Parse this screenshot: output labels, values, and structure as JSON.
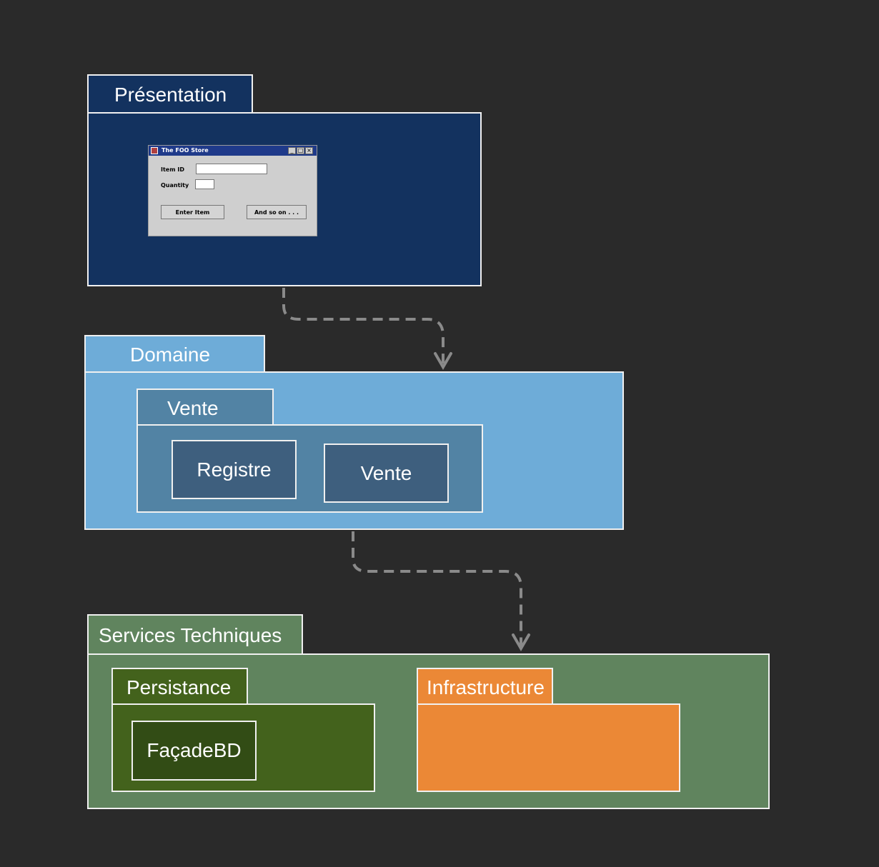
{
  "packages": {
    "presentation": {
      "label": "Présentation",
      "window": {
        "title": "The FOO Store",
        "item_id_label": "Item ID",
        "quantity_label": "Quantity",
        "enter_button": "Enter Item",
        "more_button": "And so on . . ."
      }
    },
    "domaine": {
      "label": "Domaine",
      "vente": {
        "label": "Vente",
        "classes": [
          "Registre",
          "Vente"
        ]
      }
    },
    "services_techniques": {
      "label": "Services Techniques",
      "persistance": {
        "label": "Persistance",
        "classes": [
          "FaçadeBD"
        ]
      },
      "infrastructure": {
        "label": "Infrastructure"
      }
    }
  },
  "colors": {
    "background": "#2a2a2a",
    "presentation": "#13325f",
    "domaine": "#6eacd8",
    "vente": "#5283a4",
    "class_box": "#3e5f7e",
    "services_techniques": "#60845e",
    "persistance": "#43621c",
    "infrastructure": "#eb8836",
    "dependency_arrow": "#8a8a8a"
  },
  "relations": [
    {
      "from": "Présentation",
      "to": "Domaine",
      "type": "dependency"
    },
    {
      "from": "Domaine",
      "to": "Services Techniques",
      "type": "dependency"
    }
  ]
}
